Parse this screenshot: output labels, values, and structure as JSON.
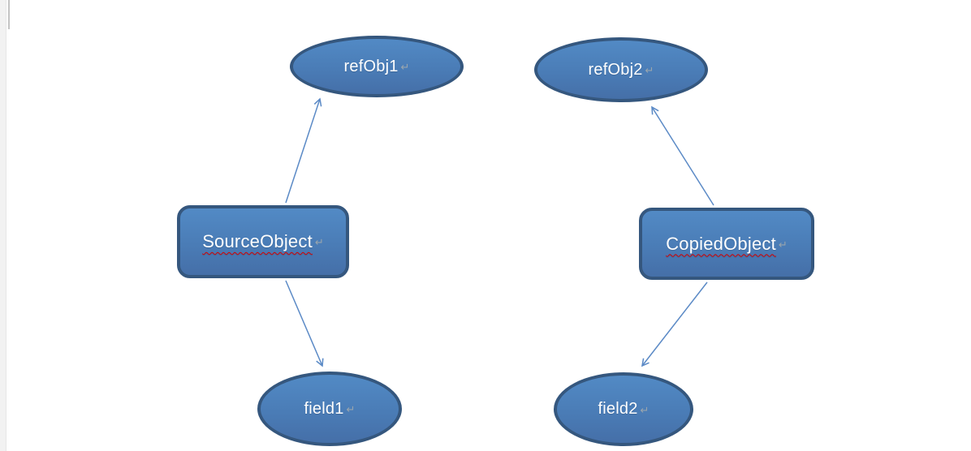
{
  "diagram": {
    "type": "object-reference-diagram",
    "colors": {
      "shape_fill": "#4a7cb6",
      "shape_border": "#35577e",
      "connector": "#5b8ac6",
      "label_text": "#ffffff",
      "spellcheck_underline": "#d40000",
      "formatting_mark": "#9aa5ad",
      "page_background": "#ffffff",
      "page_edge_strip": "#f2f2f2"
    },
    "formatting_mark": "↵",
    "nodes": [
      {
        "id": "refObj1",
        "label": "refObj1",
        "shape": "ellipse",
        "misspelled": false
      },
      {
        "id": "refObj2",
        "label": "refObj2",
        "shape": "ellipse",
        "misspelled": false
      },
      {
        "id": "SourceObject",
        "label": "SourceObject",
        "shape": "rounded-rect",
        "misspelled": true
      },
      {
        "id": "CopiedObject",
        "label": "CopiedObject",
        "shape": "rounded-rect",
        "misspelled": true
      },
      {
        "id": "field1",
        "label": "field1",
        "shape": "ellipse",
        "misspelled": false
      },
      {
        "id": "field2",
        "label": "field2",
        "shape": "ellipse",
        "misspelled": false
      }
    ],
    "connectors": [
      {
        "from": "SourceObject",
        "to": "refObj1",
        "arrowhead": "open"
      },
      {
        "from": "SourceObject",
        "to": "field1",
        "arrowhead": "open"
      },
      {
        "from": "CopiedObject",
        "to": "refObj2",
        "arrowhead": "open"
      },
      {
        "from": "CopiedObject",
        "to": "field2",
        "arrowhead": "open"
      }
    ]
  }
}
